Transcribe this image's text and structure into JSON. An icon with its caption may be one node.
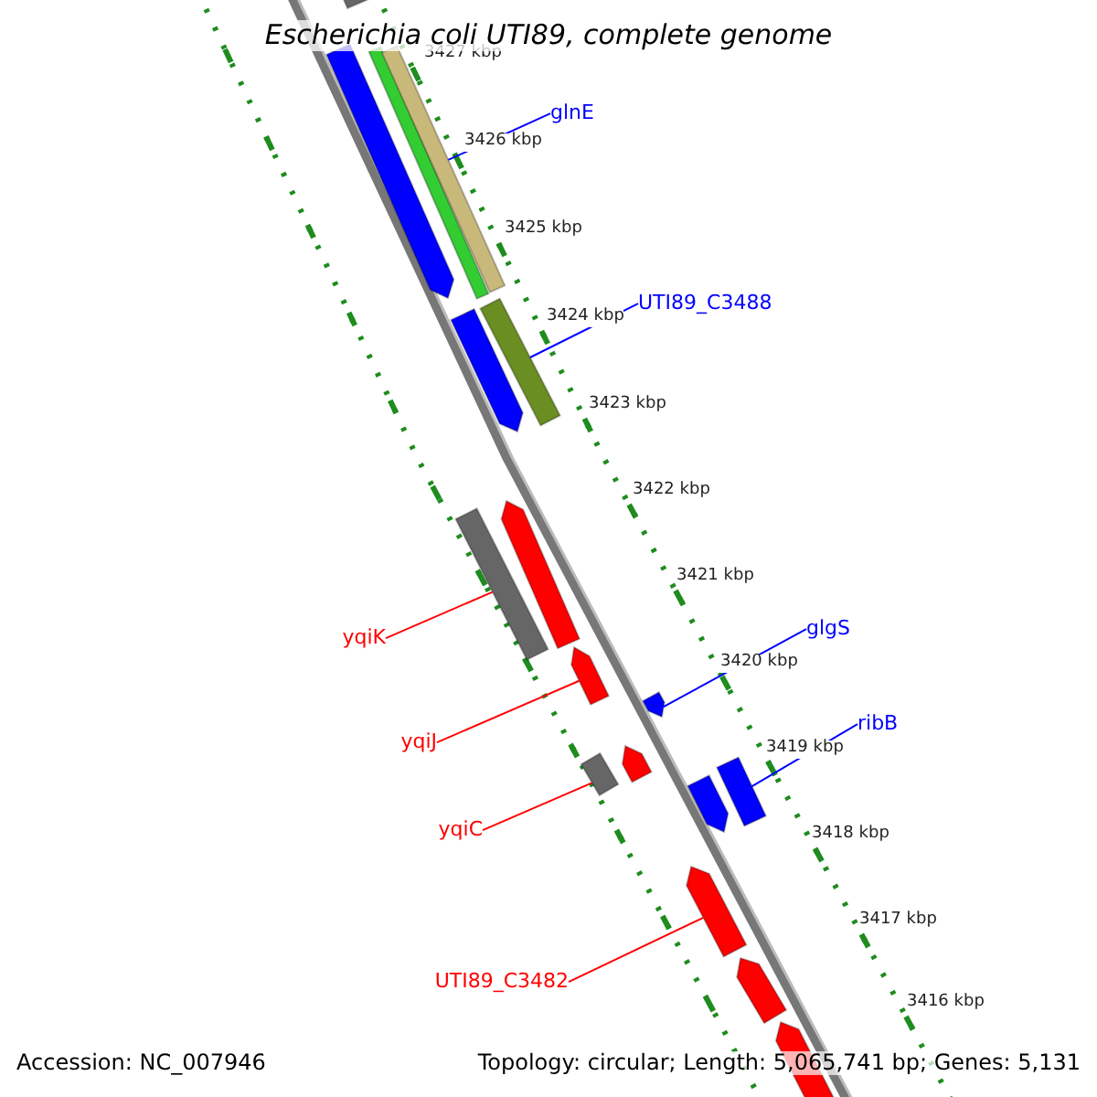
{
  "diagram": {
    "title": "Escherichia coli UTI89, complete genome",
    "nodes": [
      {
        "text": [
          "glnE"
        ]
      },
      {
        "text": [
          "UTI89_C3488"
        ]
      },
      {
        "text": [
          "glgS"
        ]
      },
      {
        "text": [
          "yqiK"
        ]
      },
      {
        "text": [
          "ribB"
        ]
      },
      {
        "text": [
          "yqiJ"
        ]
      },
      {
        "text": [
          "yqiC"
        ]
      },
      {
        "text": [
          "UTI89_C3482"
        ]
      },
      {
        "text": [],
        "shape": "bar"
      },
      {
        "text": [],
        "shape": "arrow"
      },
      {
        "text": [],
        "shape": "bar"
      },
      {
        "text": [],
        "shape": "bar"
      },
      {
        "text": [],
        "shape": "bar"
      },
      {
        "text": [],
        "shape": "arrow"
      },
      {
        "text": [],
        "shape": "arrow"
      },
      {
        "text": [],
        "shape": "bar"
      },
      {
        "text": [],
        "shape": "arrow"
      },
      {
        "text": [],
        "shape": "arrow"
      },
      {
        "text": [],
        "shape": "arrow"
      },
      {
        "text": [],
        "shape": "bar"
      },
      {
        "text": [],
        "shape": "bar"
      },
      {
        "text": [],
        "shape": "arrow"
      },
      {
        "text": [],
        "shape": "arrow"
      },
      {
        "text": [],
        "shape": "arrow"
      },
      {
        "text": [],
        "shape": "arrow"
      }
    ],
    "edges": [
      {
        "from": 0,
        "to": 11,
        "arrow": "none",
        "color": "#0000ff"
      },
      {
        "from": 1,
        "to": 12,
        "arrow": "none",
        "color": "#0000ff"
      },
      {
        "from": 2,
        "to": 17,
        "arrow": "none",
        "color": "#0000ff"
      },
      {
        "from": 3,
        "to": 15,
        "arrow": "none",
        "color": "#ff0000"
      },
      {
        "from": 4,
        "to": 20,
        "arrow": "none",
        "color": "#0000ff"
      },
      {
        "from": 5,
        "to": 16,
        "arrow": "none",
        "color": "#ff0000"
      },
      {
        "from": 6,
        "to": 19,
        "arrow": "none",
        "color": "#ff0000"
      },
      {
        "from": 7,
        "to": 22,
        "arrow": "none",
        "color": "#ff0000"
      }
    ],
    "labels": [
      "3427 kbp",
      "3426 kbp",
      "3425 kbp",
      "3424 kbp",
      "3423 kbp",
      "3422 kbp",
      "3421 kbp",
      "3420 kbp",
      "3419 kbp",
      "3418 kbp",
      "3417 kbp",
      "3416 kbp",
      "Accession: NC_007946",
      "Topology: circular; Length: 5,065,741 bp; Genes: 5,131"
    ]
  }
}
